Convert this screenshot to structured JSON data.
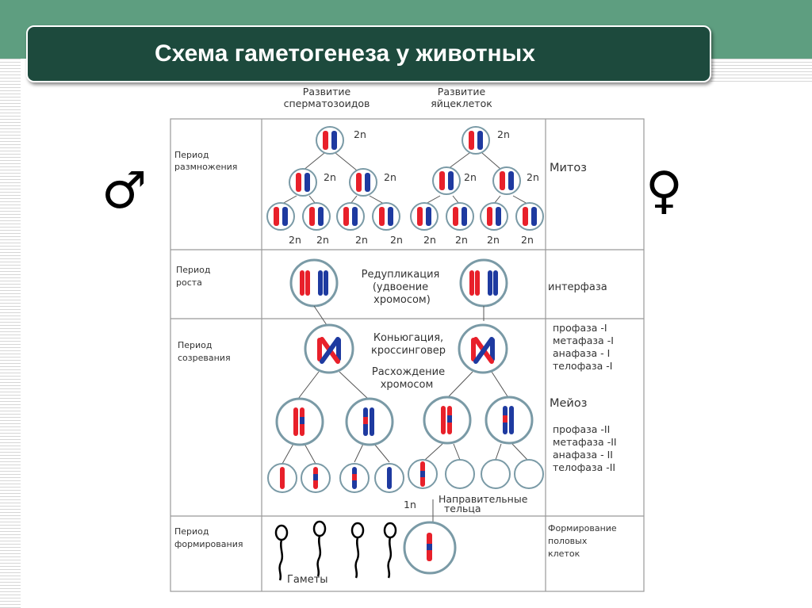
{
  "title": "Схема гаметогенеза у животных",
  "headers": {
    "sperm": [
      "Развитие",
      "сперматозоидов"
    ],
    "egg": [
      "Развитие",
      "яйцеклеток"
    ]
  },
  "periods": {
    "reproduction": [
      "Период",
      "размножения"
    ],
    "growth": [
      "Период",
      "роста"
    ],
    "maturation": [
      "Период",
      "созревания"
    ],
    "formation": [
      "Период",
      "формирования"
    ]
  },
  "phases": {
    "mitosis": "Митоз",
    "interphase": "интерфаза",
    "meiosis1": [
      "профаза -I",
      "метафаза -I",
      "анафаза - I",
      "телофаза -I"
    ],
    "meiosis": "Мейоз",
    "meiosis2": [
      "профаза -II",
      "метафаза -II",
      "анафаза - II",
      "телофаза -II"
    ],
    "formation": [
      "Формирование",
      "половых",
      "клеток"
    ]
  },
  "annotations": {
    "diploid": "2n",
    "haploid": "1n",
    "replication": [
      "Редупликация",
      "(удвоение",
      "хромосом)"
    ],
    "conjugation": [
      "Коньюгация,",
      "кроссинговер"
    ],
    "divergence": [
      "Расхождение",
      "хромосом"
    ],
    "polar_bodies": [
      "Направительные",
      "тельца"
    ],
    "gametes": "Гаметы"
  },
  "symbols": {
    "male": "♂",
    "female": "♀"
  },
  "colors": {
    "maternal": "#e8202a",
    "paternal": "#1e3aa0",
    "band": "#5e9e80",
    "title_bg": "#1d4a3d",
    "cell_border": "#7a9aa6"
  }
}
